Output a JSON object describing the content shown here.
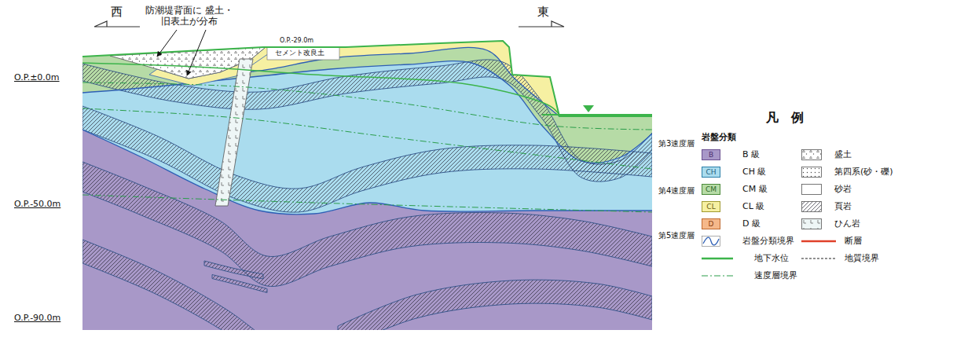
{
  "diagram": {
    "labels": [
      "防潮堤背面に 盛土・旧表土が分布",
      "西",
      "東",
      "O.P.-29.0m",
      "セメント改良土",
      "O.P.±0.0m",
      "O.P.-50.0m",
      "O.P.-90.0m",
      "第3速度層",
      "第4速度層",
      "第5速度層",
      "凡　例",
      "岩盤分類",
      "B",
      "CH",
      "CM",
      "CL",
      "D"
    ],
    "legend": [
      {
        "text": "B 級",
        "color": "#a898c8"
      },
      {
        "text": "CH 級",
        "color": "#aadcee"
      },
      {
        "text": "CM 級",
        "color": "#b6dba6"
      },
      {
        "text": "CL 級",
        "color": "#f6f0a2"
      },
      {
        "text": "D 級",
        "color": "#f5b88a"
      },
      {
        "text": "岩盤分類境界"
      },
      {
        "text": "地下水位"
      },
      {
        "text": "速度層境界"
      },
      {
        "text": "盛土"
      },
      {
        "text": "第四系(砂・礫)"
      },
      {
        "text": "砂岩"
      },
      {
        "text": "頁岩"
      },
      {
        "text": "ひん岩"
      },
      {
        "text": "断層"
      },
      {
        "text": "地質境界"
      }
    ]
  }
}
